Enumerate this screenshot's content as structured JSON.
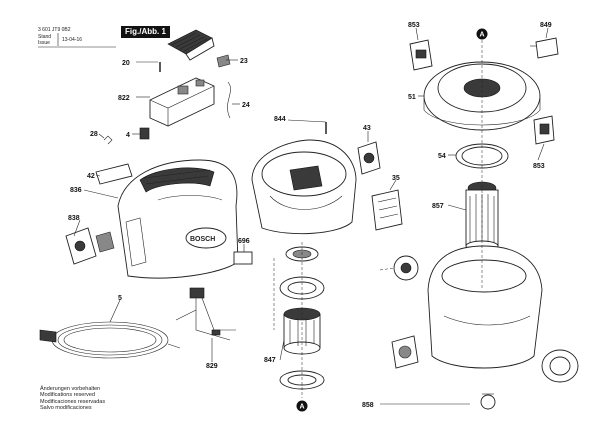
{
  "header": {
    "doc_number": "3 601 JT9 0B2",
    "stand_label": "Stand",
    "issue_label": "Issue",
    "date": "13-04-16",
    "fig_label": "Fig./Abb. 1"
  },
  "part_labels": {
    "p20": "20",
    "p23": "23",
    "p822": "822",
    "p24": "24",
    "p28": "28",
    "p4": "4",
    "p42": "42",
    "p836": "836",
    "p838": "838",
    "p5": "5",
    "p829": "829",
    "p696": "696",
    "p844": "844",
    "p43": "43",
    "p35": "35",
    "p847": "847",
    "pA_bottom": "A",
    "pA_top": "A",
    "p853_top": "853",
    "p849": "849",
    "p51": "51",
    "p54": "54",
    "p853_right": "853",
    "p857": "857",
    "p858": "858"
  },
  "notes": [
    "Änderungen vorbehalten",
    "Modifications reserved",
    "Modificaciones reservadas",
    "Salvo modificaciones"
  ]
}
